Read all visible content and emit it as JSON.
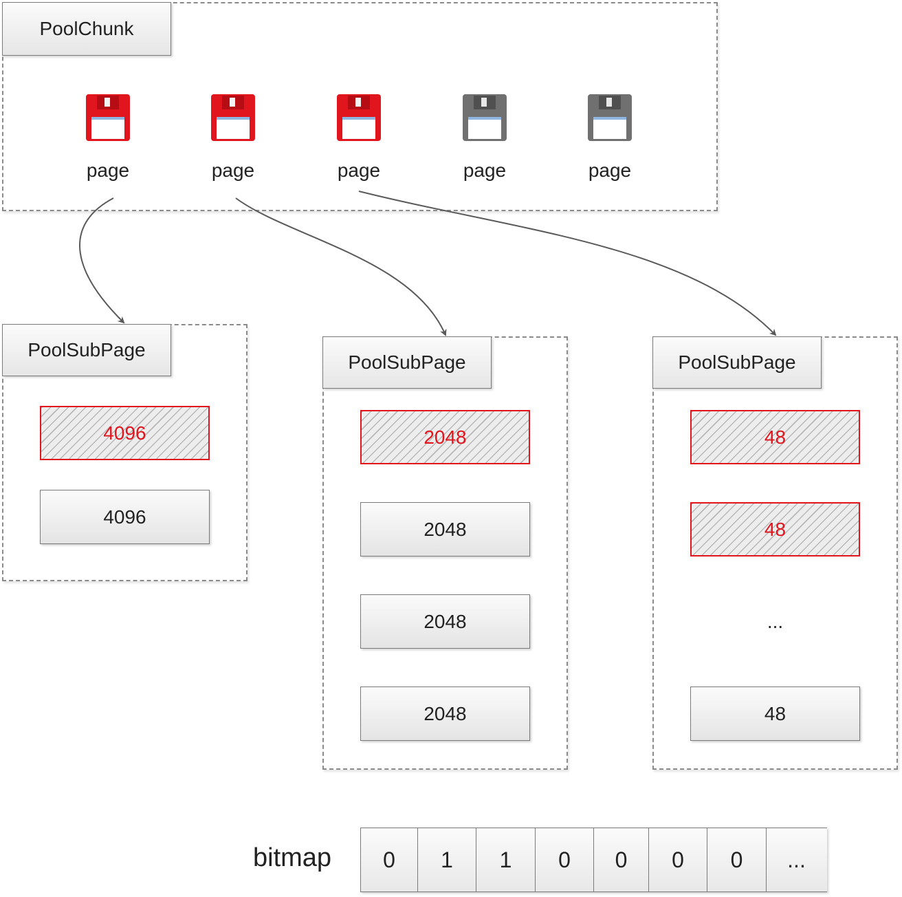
{
  "chunk": {
    "title": "PoolChunk",
    "pages": [
      {
        "label": "page",
        "state": "allocated",
        "icon": "floppy-disk-icon",
        "color": "#e0151d"
      },
      {
        "label": "page",
        "state": "allocated",
        "icon": "floppy-disk-icon",
        "color": "#e0151d"
      },
      {
        "label": "page",
        "state": "allocated",
        "icon": "floppy-disk-icon",
        "color": "#e0151d"
      },
      {
        "label": "page",
        "state": "free",
        "icon": "floppy-disk-icon",
        "color": "#707070"
      },
      {
        "label": "page",
        "state": "free",
        "icon": "floppy-disk-icon",
        "color": "#707070"
      }
    ]
  },
  "subpages": [
    {
      "title": "PoolSubPage",
      "blocks": [
        {
          "text": "4096",
          "state": "used"
        },
        {
          "text": "4096",
          "state": "free"
        }
      ]
    },
    {
      "title": "PoolSubPage",
      "blocks": [
        {
          "text": "2048",
          "state": "used"
        },
        {
          "text": "2048",
          "state": "free"
        },
        {
          "text": "2048",
          "state": "free"
        },
        {
          "text": "2048",
          "state": "free"
        }
      ]
    },
    {
      "title": "PoolSubPage",
      "blocks": [
        {
          "text": "48",
          "state": "used"
        },
        {
          "text": "48",
          "state": "used"
        },
        {
          "text": "...",
          "state": "ellipsis"
        },
        {
          "text": "48",
          "state": "free"
        }
      ]
    }
  ],
  "bitmap": {
    "label": "bitmap",
    "cells": [
      "0",
      "1",
      "1",
      "0",
      "0",
      "0",
      "0",
      "..."
    ]
  },
  "colors": {
    "used_border": "#e0151d",
    "used_text": "#e0151d",
    "allocated_icon": "#e0151d",
    "free_icon": "#707070",
    "border": "#7a7a7a",
    "arrow": "#5a5a5a"
  }
}
